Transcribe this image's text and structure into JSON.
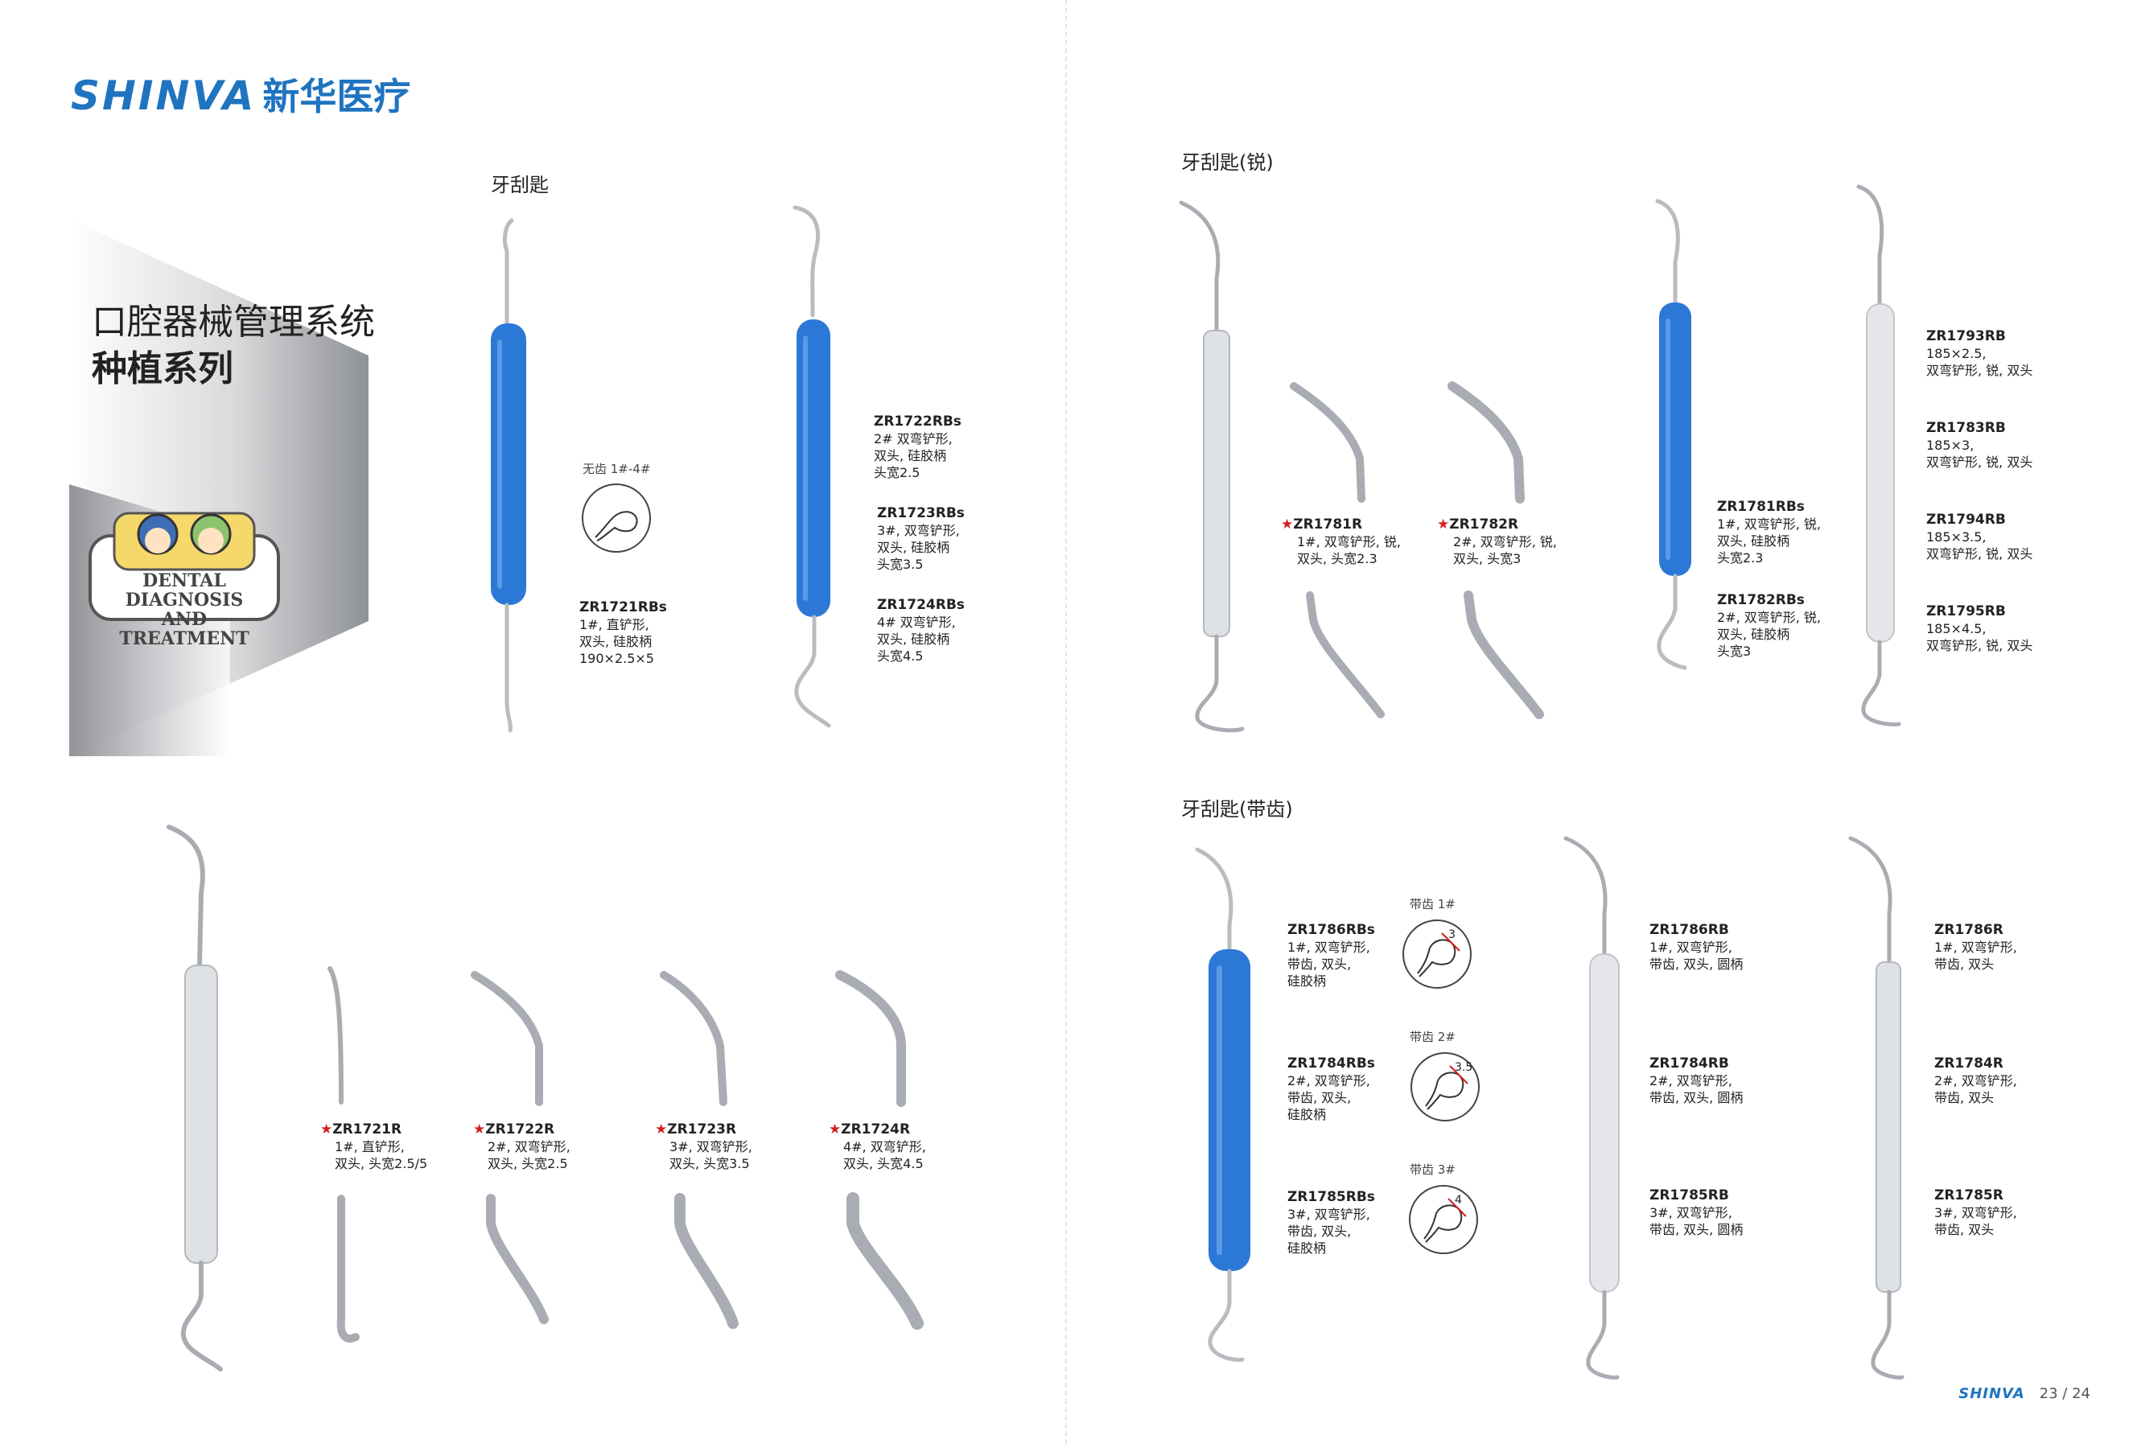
{
  "brand": {
    "name_en": "SHINVA",
    "name_cn": "新华医疗"
  },
  "hero": {
    "line1": "口腔器械管理系统",
    "line2": "种植系列",
    "badge_line1": "DENTAL DIAGNOSIS",
    "badge_line2": "AND TREATMENT"
  },
  "colors": {
    "brand_blue": "#1f74c0",
    "handle_blue": "#2b78d6",
    "steel": "#c9cdd2",
    "star_red": "#d31f1f"
  },
  "sections": {
    "s1": "牙刮匙",
    "s2": "牙刮匙(锐)",
    "s3": "牙刮匙(带齿)"
  },
  "labels": {
    "no_teeth": "无齿 1#-4#",
    "zr1721rbs": {
      "code": "ZR1721RBs",
      "desc": "1#, 直铲形,\n双头, 硅胶柄\n190×2.5×5"
    },
    "zr1722rbs": {
      "code": "ZR1722RBs",
      "desc": "2# 双弯铲形,\n双头, 硅胶柄\n头宽2.5"
    },
    "zr1723rbs": {
      "code": "ZR1723RBs",
      "desc": "3#, 双弯铲形,\n双头, 硅胶柄\n头宽3.5"
    },
    "zr1724rbs": {
      "code": "ZR1724RBs",
      "desc": "4# 双弯铲形,\n双头, 硅胶柄\n头宽4.5"
    },
    "zr1721r": {
      "code": "ZR1721R",
      "desc": "1#, 直铲形,\n双头, 头宽2.5/5"
    },
    "zr1722r": {
      "code": "ZR1722R",
      "desc": "2#, 双弯铲形,\n双头, 头宽2.5"
    },
    "zr1723r": {
      "code": "ZR1723R",
      "desc": "3#, 双弯铲形,\n双头, 头宽3.5"
    },
    "zr1724r": {
      "code": "ZR1724R",
      "desc": "4#, 双弯铲形,\n双头, 头宽4.5"
    },
    "zr1781r": {
      "code": "ZR1781R",
      "desc": "1#, 双弯铲形, 锐,\n双头, 头宽2.3"
    },
    "zr1782r": {
      "code": "ZR1782R",
      "desc": "2#, 双弯铲形, 锐,\n双头, 头宽3"
    },
    "zr1781rbs": {
      "code": "ZR1781RBs",
      "desc": "1#, 双弯铲形, 锐,\n双头, 硅胶柄\n头宽2.3"
    },
    "zr1782rbs": {
      "code": "ZR1782RBs",
      "desc": "2#, 双弯铲形, 锐,\n双头, 硅胶柄\n头宽3"
    },
    "zr1793rb": {
      "code": "ZR1793RB",
      "desc": "185×2.5,\n双弯铲形, 锐, 双头"
    },
    "zr1783rb": {
      "code": "ZR1783RB",
      "desc": "185×3,\n双弯铲形, 锐, 双头"
    },
    "zr1794rb": {
      "code": "ZR1794RB",
      "desc": "185×3.5,\n双弯铲形, 锐, 双头"
    },
    "zr1795rb": {
      "code": "ZR1795RB",
      "desc": "185×4.5,\n双弯铲形, 锐, 双头"
    },
    "zr1786rbs": {
      "code": "ZR1786RBs",
      "desc": "1#, 双弯铲形,\n带齿, 双头,\n硅胶柄"
    },
    "zr1784rbs": {
      "code": "ZR1784RBs",
      "desc": "2#, 双弯铲形,\n带齿, 双头,\n硅胶柄"
    },
    "zr1785rbs": {
      "code": "ZR1785RBs",
      "desc": "3#, 双弯铲形,\n带齿, 双头,\n硅胶柄"
    },
    "zr1786rb": {
      "code": "ZR1786RB",
      "desc": "1#, 双弯铲形,\n带齿, 双头, 圆柄"
    },
    "zr1784rb": {
      "code": "ZR1784RB",
      "desc": "2#, 双弯铲形,\n带齿, 双头, 圆柄"
    },
    "zr1785rb": {
      "code": "ZR1785RB",
      "desc": "3#, 双弯铲形,\n带齿, 双头, 圆柄"
    },
    "zr1786r": {
      "code": "ZR1786R",
      "desc": "1#, 双弯铲形,\n带齿, 双头"
    },
    "zr1784r": {
      "code": "ZR1784R",
      "desc": "2#, 双弯铲形,\n带齿, 双头"
    },
    "zr1785r": {
      "code": "ZR1785R",
      "desc": "3#, 双弯铲形,\n带齿, 双头"
    },
    "teeth1": {
      "title": "带齿 1#",
      "dim": "3"
    },
    "teeth2": {
      "title": "带齿 2#",
      "dim": "3.5"
    },
    "teeth3": {
      "title": "带齿 3#",
      "dim": "4"
    }
  },
  "footer": {
    "brand": "SHINVA",
    "page": "23 / 24"
  }
}
